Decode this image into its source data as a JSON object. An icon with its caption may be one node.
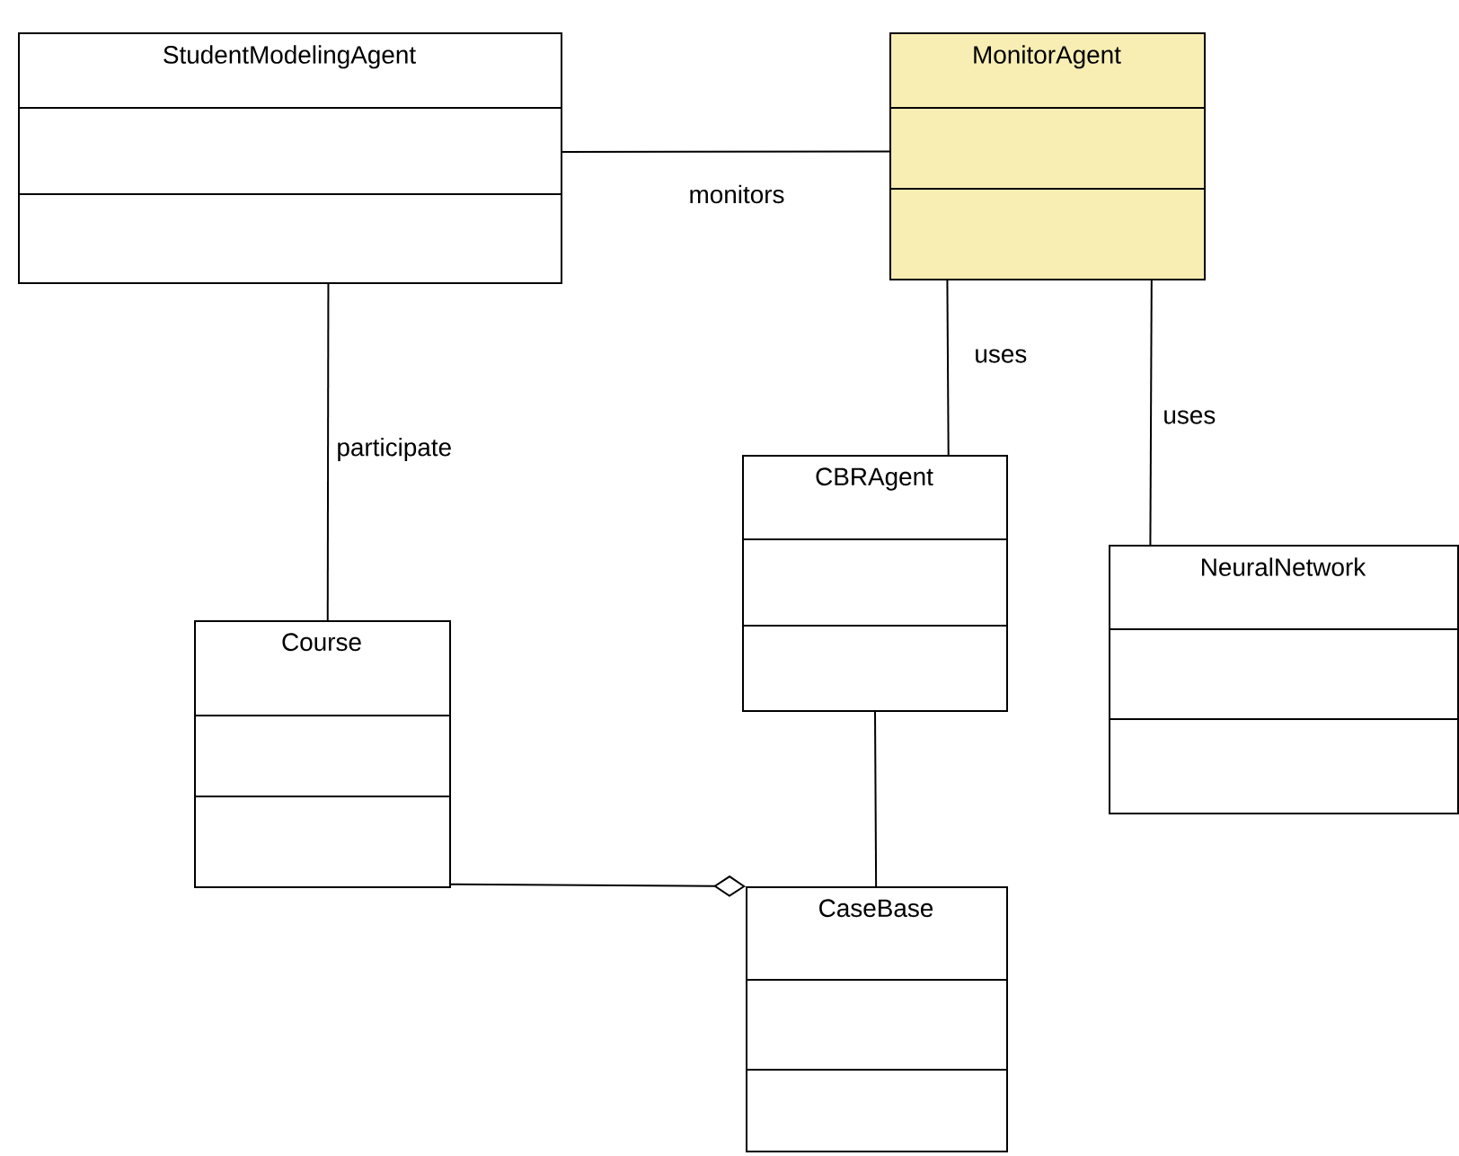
{
  "diagram": {
    "nodes": [
      {
        "text": [
          "StudentModelingAgent"
        ]
      },
      {
        "text": [
          "MonitorAgent"
        ]
      },
      {
        "text": [
          "CBRAgent"
        ]
      },
      {
        "text": [
          "NeuralNetwork"
        ]
      },
      {
        "text": [
          "Course"
        ]
      },
      {
        "text": [
          "CaseBase"
        ]
      }
    ],
    "edges": [
      {
        "from": 0,
        "to": 1,
        "arrow": "none",
        "label": "monitors"
      },
      {
        "from": 1,
        "to": 2,
        "arrow": "none",
        "label": "uses"
      },
      {
        "from": 1,
        "to": 3,
        "arrow": "none",
        "label": "uses"
      },
      {
        "from": 0,
        "to": 4,
        "arrow": "none",
        "label": "participate"
      },
      {
        "from": 2,
        "to": 5,
        "arrow": "none"
      },
      {
        "from": 4,
        "to": 5,
        "arrow": "other"
      }
    ]
  }
}
